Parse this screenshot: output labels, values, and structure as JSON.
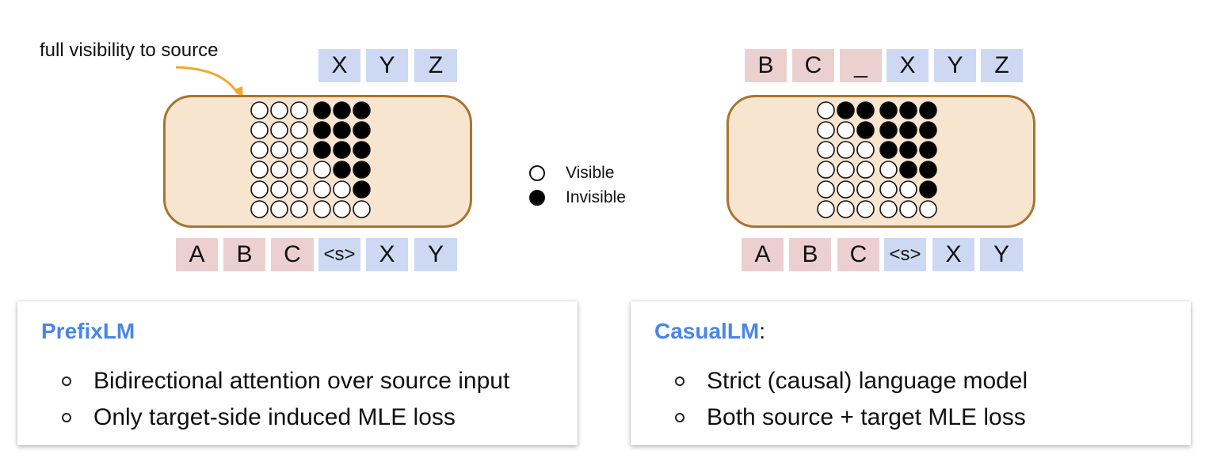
{
  "left": {
    "annotation": "full visibility to source",
    "top_tokens": [
      "X",
      "Y",
      "Z"
    ],
    "bottom_tokens": [
      "A",
      "B",
      "C",
      "<s>",
      "X",
      "Y"
    ],
    "matrix": [
      [
        0,
        0,
        0,
        1,
        1,
        1
      ],
      [
        0,
        0,
        0,
        1,
        1,
        1
      ],
      [
        0,
        0,
        0,
        1,
        1,
        1
      ],
      [
        0,
        0,
        0,
        0,
        1,
        1
      ],
      [
        0,
        0,
        0,
        0,
        0,
        1
      ],
      [
        0,
        0,
        0,
        0,
        0,
        0
      ]
    ]
  },
  "right": {
    "top_tokens": [
      "B",
      "C",
      "_",
      "X",
      "Y",
      "Z"
    ],
    "bottom_tokens": [
      "A",
      "B",
      "C",
      "<s>",
      "X",
      "Y"
    ],
    "matrix": [
      [
        0,
        1,
        1,
        1,
        1,
        1
      ],
      [
        0,
        0,
        1,
        1,
        1,
        1
      ],
      [
        0,
        0,
        0,
        1,
        1,
        1
      ],
      [
        0,
        0,
        0,
        0,
        1,
        1
      ],
      [
        0,
        0,
        0,
        0,
        0,
        1
      ],
      [
        0,
        0,
        0,
        0,
        0,
        0
      ]
    ]
  },
  "legend": {
    "visible": "Visible",
    "invisible": "Invisible"
  },
  "cards": {
    "prefix": {
      "title": "PrefixLM",
      "items": [
        "Bidirectional attention over source input",
        "Only target-side induced MLE loss"
      ]
    },
    "causal": {
      "title": "CasualLM",
      "colon": ":",
      "items": [
        "Strict (causal) language model",
        "Both source + target MLE loss"
      ]
    }
  },
  "colors": {
    "source_token": "#ecd0d0",
    "target_token": "#cdd9f2",
    "panel_fill": "#f7e5cf",
    "panel_border": "#a8742f",
    "arrow": "#f0a830",
    "title_blue": "#4a86e8"
  }
}
